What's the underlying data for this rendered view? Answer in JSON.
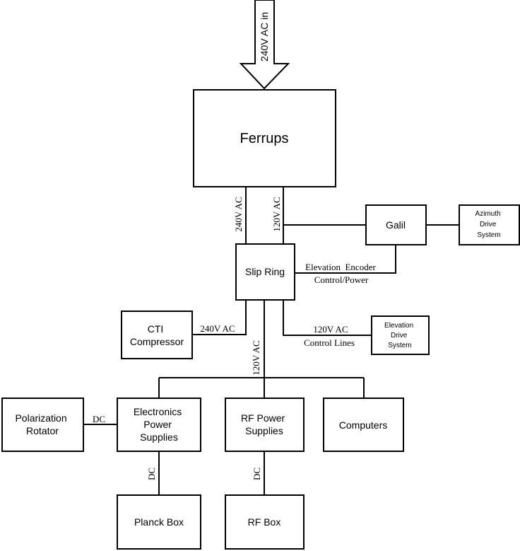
{
  "input_label": "240V AC in",
  "boxes": {
    "ferrups": "Ferrups",
    "galil": "Galil",
    "azimuth": [
      "Azimuth",
      "Drive",
      "System"
    ],
    "slip_ring": "Slip Ring",
    "cti": [
      "CTI",
      "Compressor"
    ],
    "elevation_drive": [
      "Elevation",
      "Drive",
      "System"
    ],
    "polarization": [
      "Polarization",
      "Rotator"
    ],
    "electronics": [
      "Electronics",
      "Power",
      "Supplies"
    ],
    "rf_power": [
      "RF Power",
      "Supplies"
    ],
    "computers": "Computers",
    "planck": "Planck Box",
    "rf_box": "RF Box"
  },
  "labels": {
    "ferrups_240": "240V AC",
    "ferrups_120": "120V AC",
    "elevation_encoder": "Elevation  Encoder",
    "control_power": "Control/Power",
    "cti_240": "240V AC",
    "elev_120": "120V AC",
    "control_lines": "Control Lines",
    "main_120": "120V AC",
    "dc_polarization": "DC",
    "dc_planck": "DC",
    "dc_rf": "DC"
  }
}
